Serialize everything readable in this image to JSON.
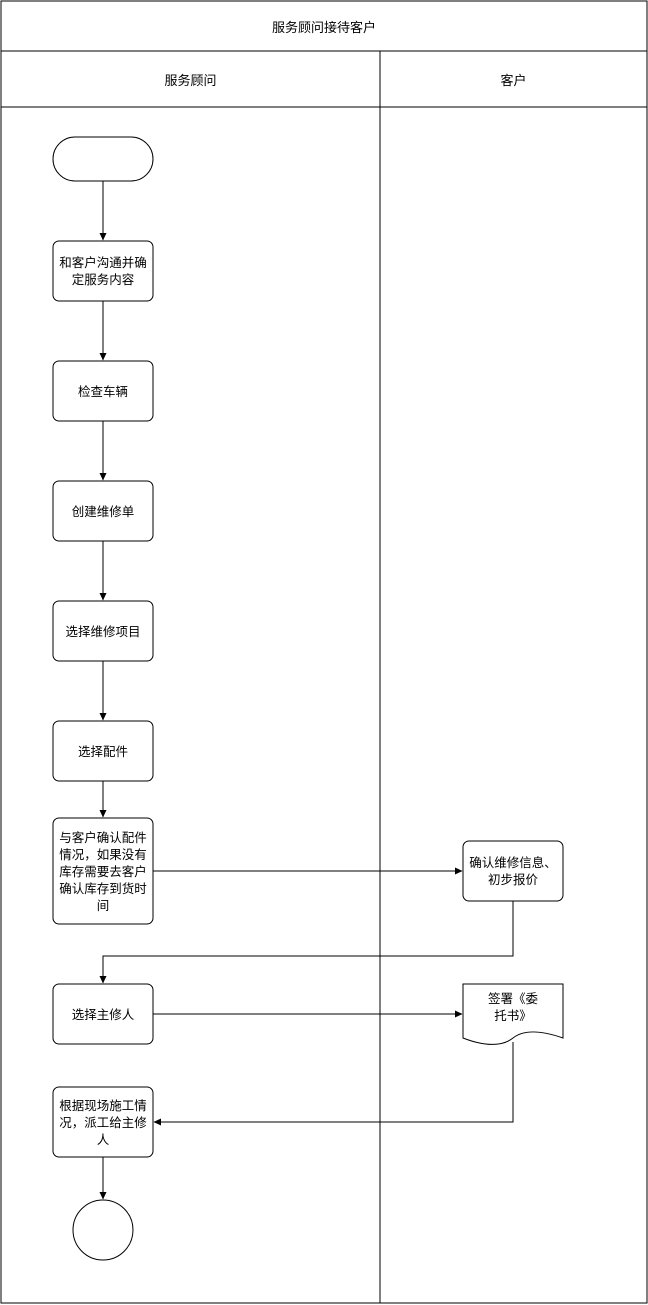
{
  "pool": {
    "title": "服务顾问接待客户",
    "lanes": [
      {
        "title": "服务顾问"
      },
      {
        "title": "客户"
      }
    ]
  },
  "steps": {
    "communicate": "和客户沟通并确定服务内容",
    "inspect": "检查车辆",
    "create_order": "创建维修单",
    "select_items": "选择维修项目",
    "select_parts": "选择配件",
    "confirm_parts": "与客户确认配件情况，如果没有库存需要去客户确认库存到货时间",
    "select_mechanic": "选择主修人",
    "dispatch": "根据现场施工情况，派工给主修人",
    "customer_confirm": "确认维修信息、初步报价",
    "sign_contract": "签署《委托书》"
  },
  "colors": {
    "line": "#000000",
    "background": "#ffffff"
  }
}
